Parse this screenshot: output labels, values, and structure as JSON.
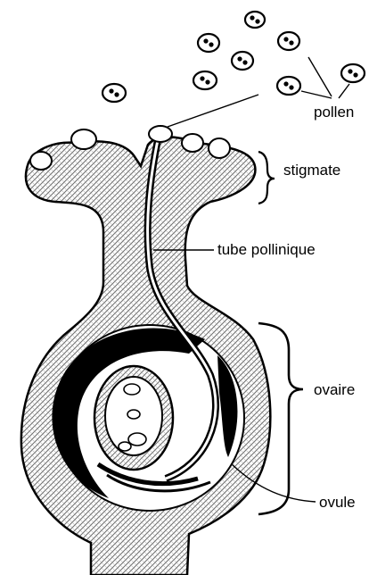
{
  "labels": {
    "pollen": "pollen",
    "stigma": "stigmate",
    "pollen_tube": "tube pollinique",
    "ovary": "ovaire",
    "ovule": "ovule"
  },
  "colors": {
    "ink": "#000000",
    "paper": "#ffffff",
    "tissue_texture": "#8a8a8a"
  }
}
